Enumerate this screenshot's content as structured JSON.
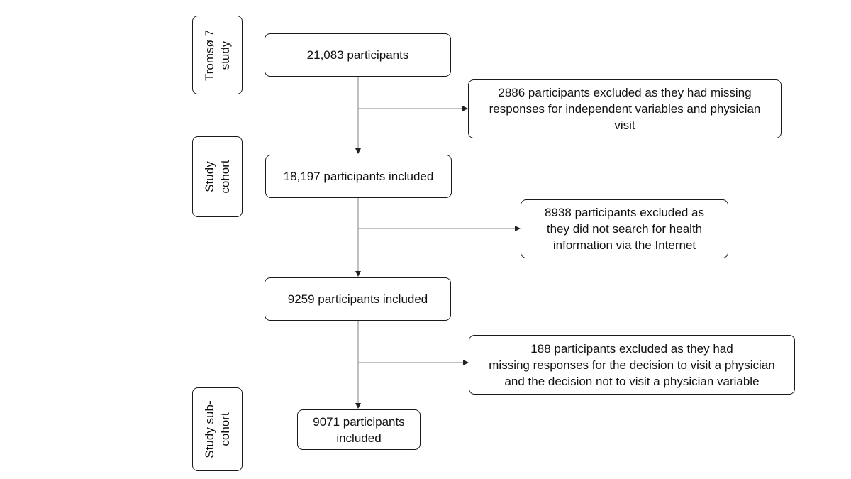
{
  "stages": [
    {
      "label": "Tromsø 7\nstudy"
    },
    {
      "label": "Study\ncohort"
    },
    {
      "label": "Study sub-\ncohort"
    }
  ],
  "main_steps": [
    {
      "text": "21,083 participants"
    },
    {
      "text": "18,197 participants included"
    },
    {
      "text": "9259 participants included"
    },
    {
      "text": "9071 participants\nincluded"
    }
  ],
  "exclusions": [
    {
      "text": "2886 participants excluded as they had missing\nresponses for independent variables and physician\nvisit"
    },
    {
      "text": "8938 participants excluded as\nthey did not search for health\ninformation via the Internet"
    },
    {
      "text": "188 participants excluded as they had\nmissing responses for the decision to visit a physician\nand the decision not to visit a physician variable"
    }
  ],
  "colors": {
    "line": "#aaaaaa",
    "border": "#1a1a1a",
    "arrowhead": "#222222"
  }
}
